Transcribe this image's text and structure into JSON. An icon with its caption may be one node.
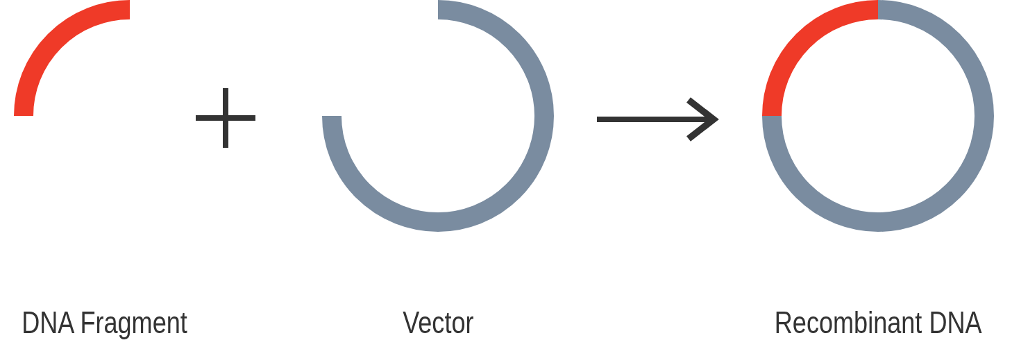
{
  "diagram": {
    "nodes": [
      {
        "text": [
          "DNA Fragment"
        ]
      },
      {
        "text": [
          "Vector"
        ]
      },
      {
        "text": [
          "Recombinant DNA"
        ]
      }
    ],
    "edges": [
      {
        "from": 1,
        "to": 2,
        "arrow": "to"
      }
    ]
  }
}
